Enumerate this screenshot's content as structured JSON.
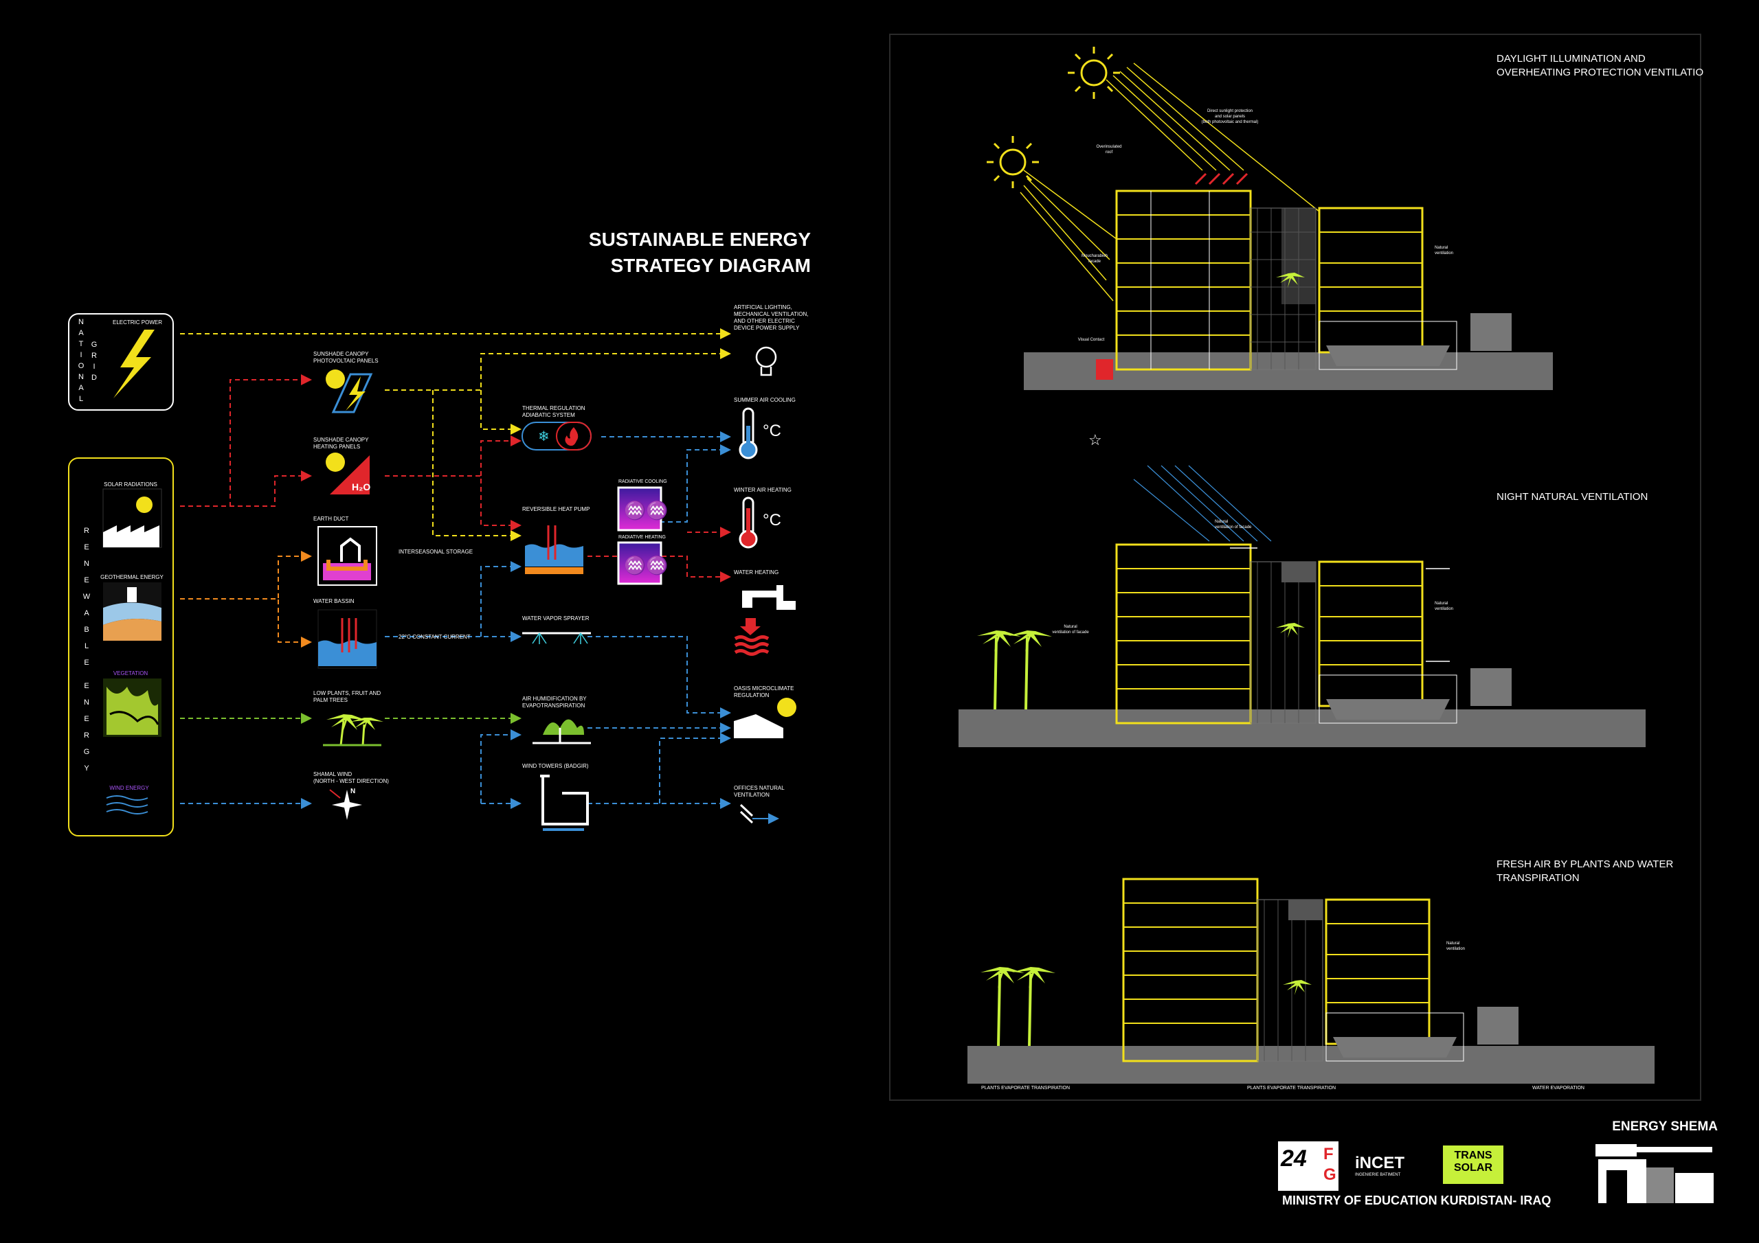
{
  "diagram": {
    "title_line1": "SUSTAINABLE ENERGY",
    "title_line2": "STRATEGY DIAGRAM",
    "national_grid": {
      "label": "NATIONAL GRID",
      "letters": [
        "N",
        "A",
        "T",
        "I",
        "O",
        "N",
        "A",
        "L"
      ],
      "letters2": [
        "G",
        "R",
        "I",
        "D"
      ],
      "electric_power": "ELECTRIC POWER"
    },
    "renewable": {
      "letters": [
        "R",
        "E",
        "N",
        "E",
        "W",
        "A",
        "B",
        "L",
        "E"
      ],
      "letters2": [
        "E",
        "N",
        "E",
        "R",
        "G",
        "Y"
      ],
      "solar": "SOLAR RADIATIONS",
      "geothermal": "GEOTHERMAL ENERGY",
      "vegetation": "VEGETATION",
      "wind": "WIND ENERGY"
    },
    "systems": {
      "pv": [
        "SUNSHADE CANOPY",
        "PHOTOVOLTAIC PANELS"
      ],
      "heating_panels": [
        "SUNSHADE CANOPY",
        "HEATING PANELS"
      ],
      "earth_duct": "EARTH DUCT",
      "water_bassin": "WATER BASSIN",
      "plants": [
        "LOW PLANTS, FRUIT AND",
        "PALM TREES"
      ],
      "shamal": [
        "SHAMAL WIND",
        "(NORTH - WEST DIRECTION)"
      ],
      "thermal": [
        "THERMAL REGULATION",
        "ADIABATIC SYSTEM"
      ],
      "heat_pump": "REVERSIBLE HEAT PUMP",
      "radiative_cooling": "RADIATIVE COOLING",
      "radiative_heating": "RADIATIVE HEATING",
      "vapor": "WATER VAPOR SPRAYER",
      "humid": [
        "AIR HUMIDIFICATION BY",
        "EVAPOTRANSPIRATION"
      ],
      "wind_towers": "WIND TOWERS (BADGIR)",
      "interseasonal": "INTERSEASONAL STORAGE",
      "constant_current": "22°C CONSTANT CURRENT"
    },
    "outputs": {
      "lighting": [
        "ARTIFICIAL LIGHTING,",
        "MECHANICAL VENTILATION,",
        "AND OTHER ELECTRIC",
        "DEVICE POWER SUPPLY"
      ],
      "summer": "SUMMER AIR COOLING",
      "winter": "WINTER AIR HEATING",
      "water_heating": "WATER HEATING",
      "oasis": [
        "OASIS MICROCLIMATE",
        "REGULATION"
      ],
      "offices": [
        "OFFICES NATURAL",
        "VENTILATION"
      ],
      "celsius": "°C"
    }
  },
  "sections": {
    "s1": {
      "title1": "DAYLIGHT ILLUMINATION AND",
      "title2": "OVERHEATING PROTECTION VENTILATION",
      "direct1": "Direct sunlight protection",
      "direct2": "and solar panels",
      "direct3": "(both photovoltaic and thermal)",
      "roof1": "Overinsulated",
      "roof2": "roof",
      "facade1": "Moucharabieh",
      "facade2": "facade",
      "visual": "Visual Contact",
      "natvent1": "Natural",
      "natvent2": "ventilation"
    },
    "s2": {
      "title": "NIGHT NATURAL VENTILATION",
      "left1": "Natural",
      "left2": "ventilation of facade",
      "right1": "Natural",
      "right2": "ventilation of facade",
      "mid1": "Natural",
      "mid2": "ventilation"
    },
    "s3": {
      "title1": "FRESH AIR BY PLANTS AND WATER",
      "title2": "TRANSPIRATION",
      "natvent1": "Natural",
      "natvent2": "ventilation",
      "bottom_left": "PLANTS EVAPORATE TRANSPIRATION",
      "bottom_mid": "PLANTS EVAPORATE TRANSPIRATION",
      "bottom_right": "WATER EVAPORATION"
    }
  },
  "footer": {
    "energy_shema": "ENERGY SHEMA",
    "ministry": "MINISTRY OF EDUCATION KURDISTAN- IRAQ",
    "logo_24": "24",
    "logo_fg": "FG",
    "logo_incet": "iNCET",
    "logo_incet_sub": "INGENIERIE BATIMENT",
    "logo_transsolar1": "TRANS",
    "logo_transsolar2": "SOLAR"
  },
  "colors": {
    "yellow": "#f2e01b",
    "red": "#e0262b",
    "blue": "#3b8fd6",
    "orange": "#f28a1e",
    "green": "#7bbf2e",
    "lime": "#c6f03a",
    "teal": "#3fd0e0"
  }
}
